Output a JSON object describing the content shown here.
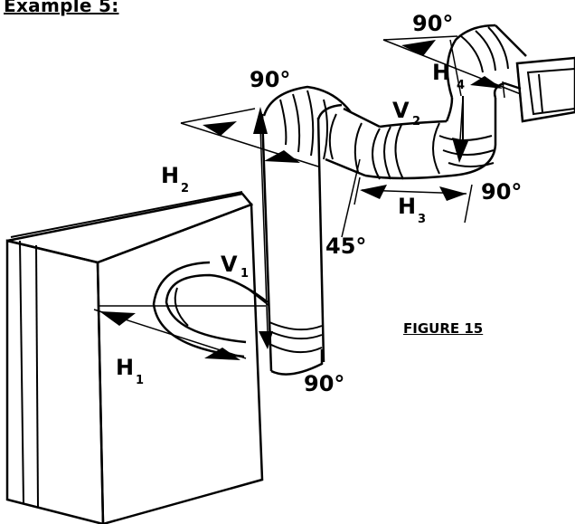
{
  "title": "Example 5:",
  "figure_caption": "FIGURE 15",
  "labels": {
    "angle_top_right": "90°",
    "angle_top_left": "90°",
    "angle_right_mid": "90°",
    "angle_45": "45°",
    "angle_bottom": "90°",
    "h1": {
      "main": "H",
      "sub": "1"
    },
    "h2": {
      "main": "H",
      "sub": "2"
    },
    "h3": {
      "main": "H",
      "sub": "3"
    },
    "h4": {
      "main": "H",
      "sub": "4"
    },
    "v1": {
      "main": "V",
      "sub": "1"
    },
    "v2": {
      "main": "V",
      "sub": "2"
    }
  }
}
